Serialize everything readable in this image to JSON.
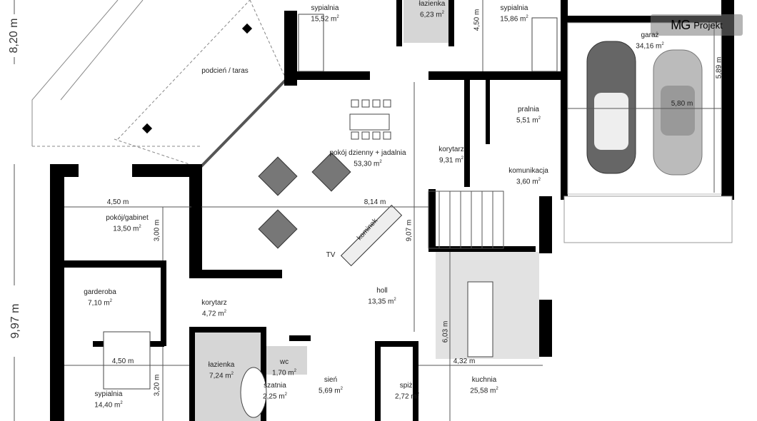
{
  "logo": {
    "brand": "MG",
    "name": "Projekt"
  },
  "dimensions": {
    "overall_top": "8,20 m",
    "overall_bottom": "9,97 m",
    "bedroom_top_depth": "4,50 m",
    "garage_depth": "5,89 m",
    "garage_width": "5,80 m",
    "office_width": "4,50 m",
    "living_width": "8,14 m",
    "office_depth": "3,00 m",
    "hall_depth": "9,07 m",
    "kitchen_depth": "6,03 m",
    "kitchen_width": "4,32 m",
    "bedroom_width": "4,50 m",
    "bedroom_depth": "3,20 m"
  },
  "rooms": [
    {
      "id": "sypialnia-1",
      "name": "sypialnia",
      "area": "15,52 m"
    },
    {
      "id": "lazienka-1",
      "name": "łazienka",
      "area": "6,23 m"
    },
    {
      "id": "sypialnia-2",
      "name": "sypialnia",
      "area": "15,86 m"
    },
    {
      "id": "garaz",
      "name": "garaż",
      "area": "34,16 m"
    },
    {
      "id": "pralnia",
      "name": "pralnia",
      "area": "5,51 m"
    },
    {
      "id": "pokoj-dzienny",
      "name": "pokój dzienny + jadalnia",
      "area": "53,30 m"
    },
    {
      "id": "korytarz-1",
      "name": "korytarz",
      "area": "9,31 m"
    },
    {
      "id": "komunikacja",
      "name": "komunikacja",
      "area": "3,60 m"
    },
    {
      "id": "gabinet",
      "name": "pokój/gabinet",
      "area": "13,50 m"
    },
    {
      "id": "garderoba",
      "name": "garderoba",
      "area": "7,10 m"
    },
    {
      "id": "korytarz-2",
      "name": "korytarz",
      "area": "4,72 m"
    },
    {
      "id": "holl",
      "name": "holl",
      "area": "13,35 m"
    },
    {
      "id": "lazienka-2",
      "name": "łazienka",
      "area": "7,24 m"
    },
    {
      "id": "wc",
      "name": "wc",
      "area": "1,70 m"
    },
    {
      "id": "szatnia",
      "name": "szatnia",
      "area": "2,25 m"
    },
    {
      "id": "sien",
      "name": "sień",
      "area": "5,69 m"
    },
    {
      "id": "spiz",
      "name": "spiż.",
      "area": "2,72 m"
    },
    {
      "id": "kuchnia",
      "name": "kuchnia",
      "area": "25,58 m"
    },
    {
      "id": "sypialnia-3",
      "name": "sypialnia",
      "area": "14,40 m"
    }
  ],
  "annotations": {
    "terrace": "podcień / taras",
    "fireplace": "kominek",
    "tv": "TV",
    "sq": "2"
  }
}
